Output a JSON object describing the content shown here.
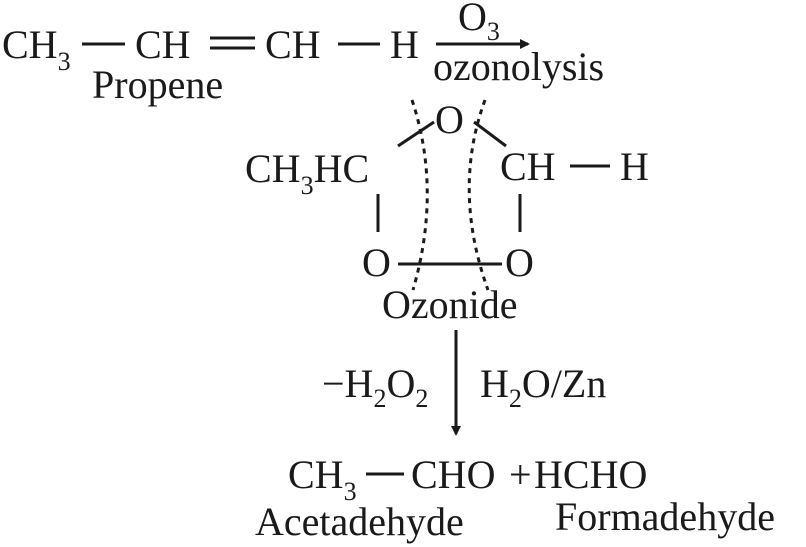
{
  "reactant": {
    "c1": "CH",
    "c1_sub": "3",
    "c2": "CH",
    "c3": "CH",
    "h": "H",
    "name": "Propene"
  },
  "step1": {
    "reagent": "O",
    "reagent_sub": "3",
    "condition": "ozonolysis"
  },
  "ozonide": {
    "top_o": "O",
    "left_group": "CH",
    "left_group_sub": "3",
    "left_group_tail": "HC",
    "right_group": "CH",
    "right_h": "H",
    "left_o": "O",
    "right_o": "O",
    "name": "Ozonide"
  },
  "step2": {
    "byproduct_minus": "−H",
    "byproduct_sub": "2",
    "byproduct_o": "O",
    "byproduct_sub2": "2",
    "reagent": "H",
    "reagent_sub": "2",
    "reagent_tail": "O/Zn"
  },
  "products": {
    "p1": "CH",
    "p1_sub": "3",
    "p1_group": "CHO",
    "plus": "+",
    "p2": "HCHO",
    "p1_name": "Acetadehyde",
    "p2_name": "Formadehyde"
  },
  "colors": {
    "ink": "#1a1a1a",
    "background": "#ffffff"
  }
}
